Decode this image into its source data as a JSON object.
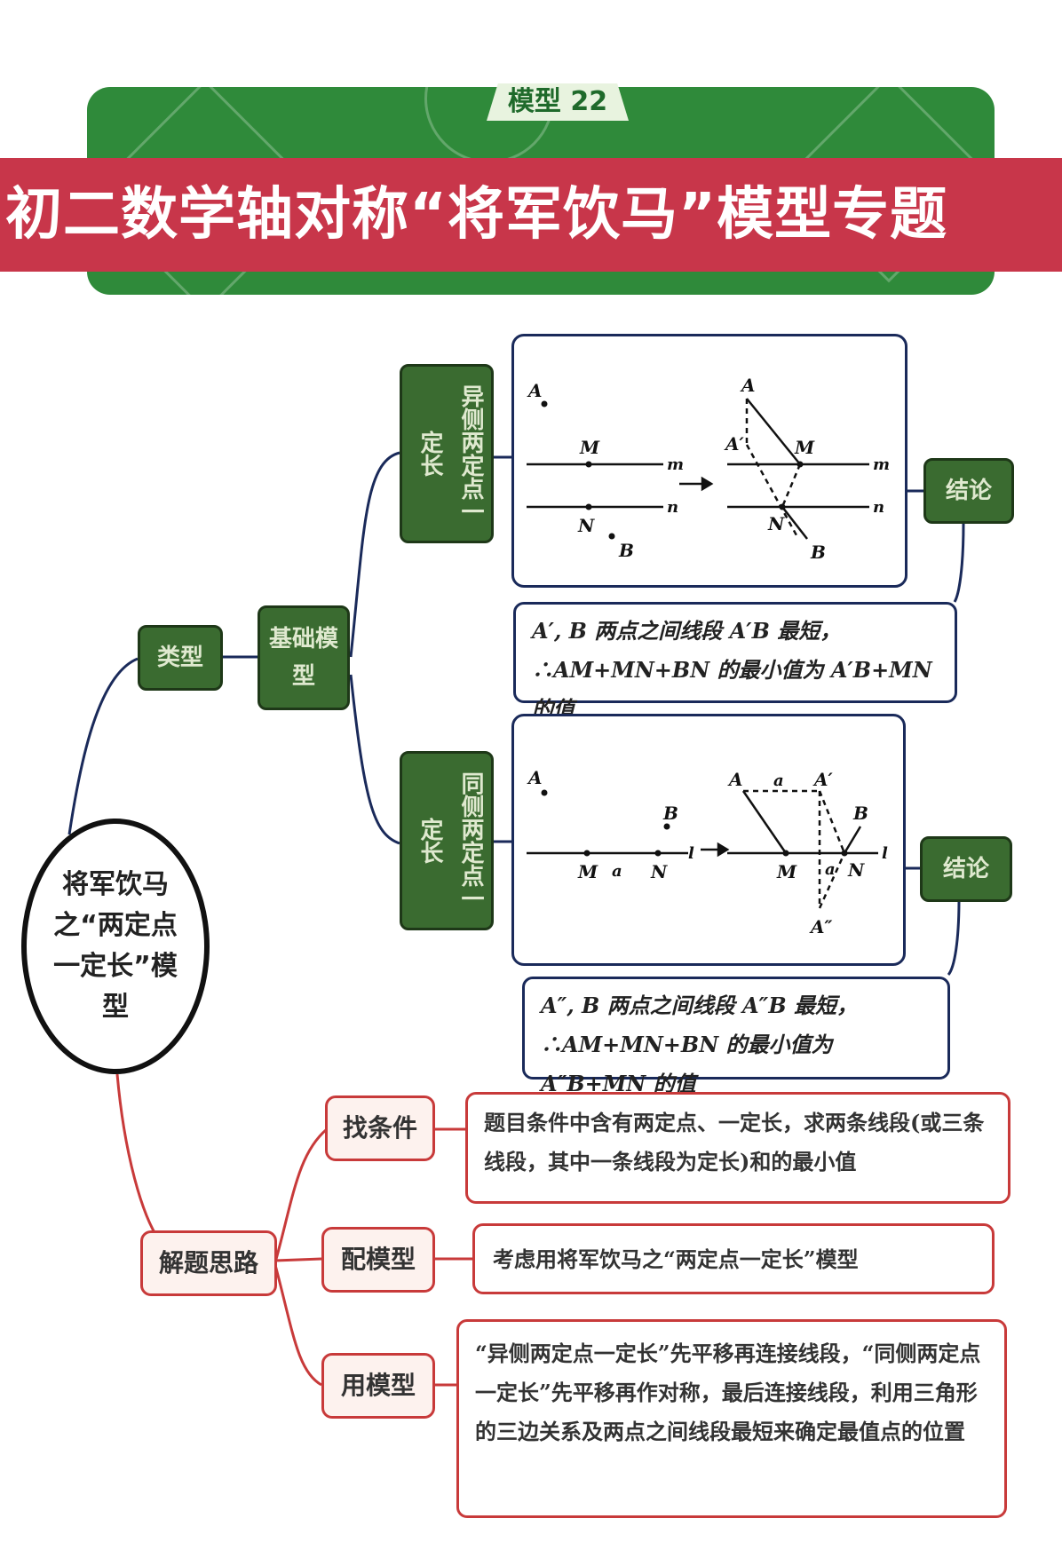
{
  "banner": {
    "model_tag": "模型 22",
    "title": "初二数学轴对称“将军饮马”模型专题"
  },
  "root": {
    "label": "将军饮马之“两定点一定长”模型"
  },
  "types": {
    "label": "类型",
    "basic": "基础模型",
    "opposite": {
      "label": "异侧两定点一定长",
      "conclusion_label": "结论",
      "conclusion": "A′, B 两点之间线段 A′B 最短，∴AM+MN+BN 的最小值为 A′B+MN 的值",
      "points": {
        "A": "A",
        "B": "B",
        "M": "M",
        "N": "N",
        "m": "m",
        "n": "n",
        "A2": "A′"
      }
    },
    "same": {
      "label": "同侧两定点一定长",
      "conclusion_label": "结论",
      "conclusion": "A″, B 两点之间线段 A″B 最短，∴AM+MN+BN 的最小值为 A″B+MN 的值",
      "points": {
        "A": "A",
        "B": "B",
        "M": "M",
        "N": "N",
        "l": "l",
        "a": "a",
        "A1": "A′",
        "A2": "A″"
      }
    }
  },
  "approach": {
    "label": "解题思路",
    "steps": [
      {
        "label": "找条件",
        "text": "题目条件中含有两定点、一定长，求两条线段(或三条线段，其中一条线段为定长)和的最小值"
      },
      {
        "label": "配模型",
        "text": "考虑用将军饮马之“两定点一定长”模型"
      },
      {
        "label": "用模型",
        "text": "“异侧两定点一定长”先平移再连接线段，“同侧两定点一定长”先平移再作对称，最后连接线段，利用三角形的三边关系及两点之间线段最短来确定最值点的位置"
      }
    ]
  },
  "colors": {
    "green_box": "#3a6b30",
    "red_line": "#c83a3a",
    "navy_border": "#1a2a5a",
    "banner_red": "#c8364a",
    "banner_green": "#2f8a3a"
  }
}
